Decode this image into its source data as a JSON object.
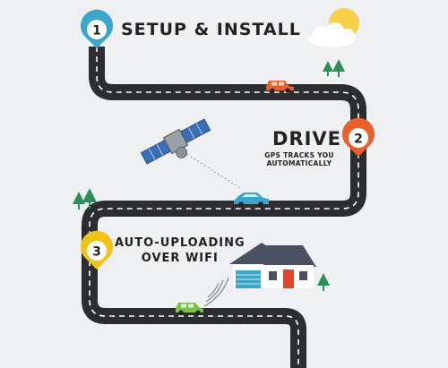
{
  "steps": [
    {
      "number": "1",
      "title": "SETUP & INSTALL",
      "subtitle": ""
    },
    {
      "number": "2",
      "title": "DRIVE",
      "subtitle": "GPS TRACKS YOU\nAUTOMATICALLY"
    },
    {
      "number": "3",
      "title": "AUTO-UPLOADING\nOVER WIFI",
      "subtitle": ""
    }
  ],
  "colors": {
    "background": "#eff0f2",
    "road": "#2b2d31",
    "road_dash": "#ffffff",
    "pin1": "#3aa6c9",
    "pin2": "#e8602b",
    "pin3": "#f2c418",
    "car_red": "#e8602b",
    "car_blue": "#3aa6c9",
    "car_green": "#7cc24a",
    "sun": "#f7cf4a",
    "tree": "#2f8f5a",
    "house_wall": "#ffffff",
    "roof": "#4b5160",
    "door": "#e2452a",
    "garage_door": "#3aa6c9"
  },
  "icons": [
    "sun-icon",
    "cloud-icon",
    "satellite-icon",
    "car-icon",
    "tree-icon",
    "house-icon",
    "wifi-signal-icon",
    "map-pin-icon"
  ]
}
